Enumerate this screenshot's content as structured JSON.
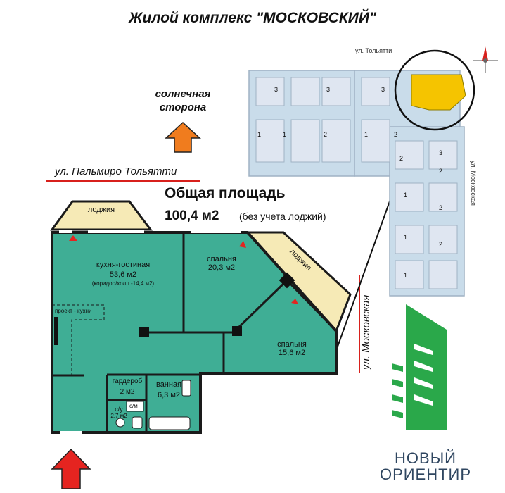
{
  "title": "Жилой комплекс \"МОСКОВСКИЙ\"",
  "sun_side": {
    "line1": "солнечная",
    "line2": "сторона"
  },
  "streets": {
    "left": "ул. Пальмиро Тольятти",
    "right": "ул. Московская",
    "map_top": "ул. Тольятти",
    "map_right": "ул. Московская"
  },
  "area": {
    "heading": "Общая площадь",
    "value": "100,4 м2",
    "note": "(без учета лоджий)"
  },
  "rooms": {
    "loggia_top": "лоджия",
    "loggia_side": "лоджия",
    "kitchen_name": "кухня-гостиная",
    "kitchen_area": "53,6 м2",
    "kitchen_note": "(коридор/холл -14,4 м2)",
    "kitchen_project": "проект - кухни",
    "bedroom1_name": "спальня",
    "bedroom1_area": "20,3 м2",
    "bedroom2_name": "спальня",
    "bedroom2_area": "15,6 м2",
    "wardrobe_name": "гардероб",
    "wardrobe_area": "2 м2",
    "bath_name": "ванная",
    "bath_area": "6,3 м2",
    "wc_name": "с/у",
    "wc_area": "2,7 м2",
    "washer": "с/м"
  },
  "map_section_numbers": [
    "3",
    "3",
    "3",
    "1",
    "1",
    "2",
    "1",
    "2",
    "2",
    "3",
    "2",
    "1",
    "2",
    "1",
    "2",
    "1"
  ],
  "brand": {
    "line1": "НОВЫЙ",
    "line2": "ОРИЕНТИР"
  },
  "colors": {
    "room_fill": "#3fae95",
    "wall": "#1a1a1a",
    "loggia": "#f6eab6",
    "sun_arrow": "#f07c1e",
    "entry_arrow": "#e52420",
    "street_line": "#d8201c",
    "highlight": "#f5c400",
    "brand_green": "#2aa84a"
  }
}
